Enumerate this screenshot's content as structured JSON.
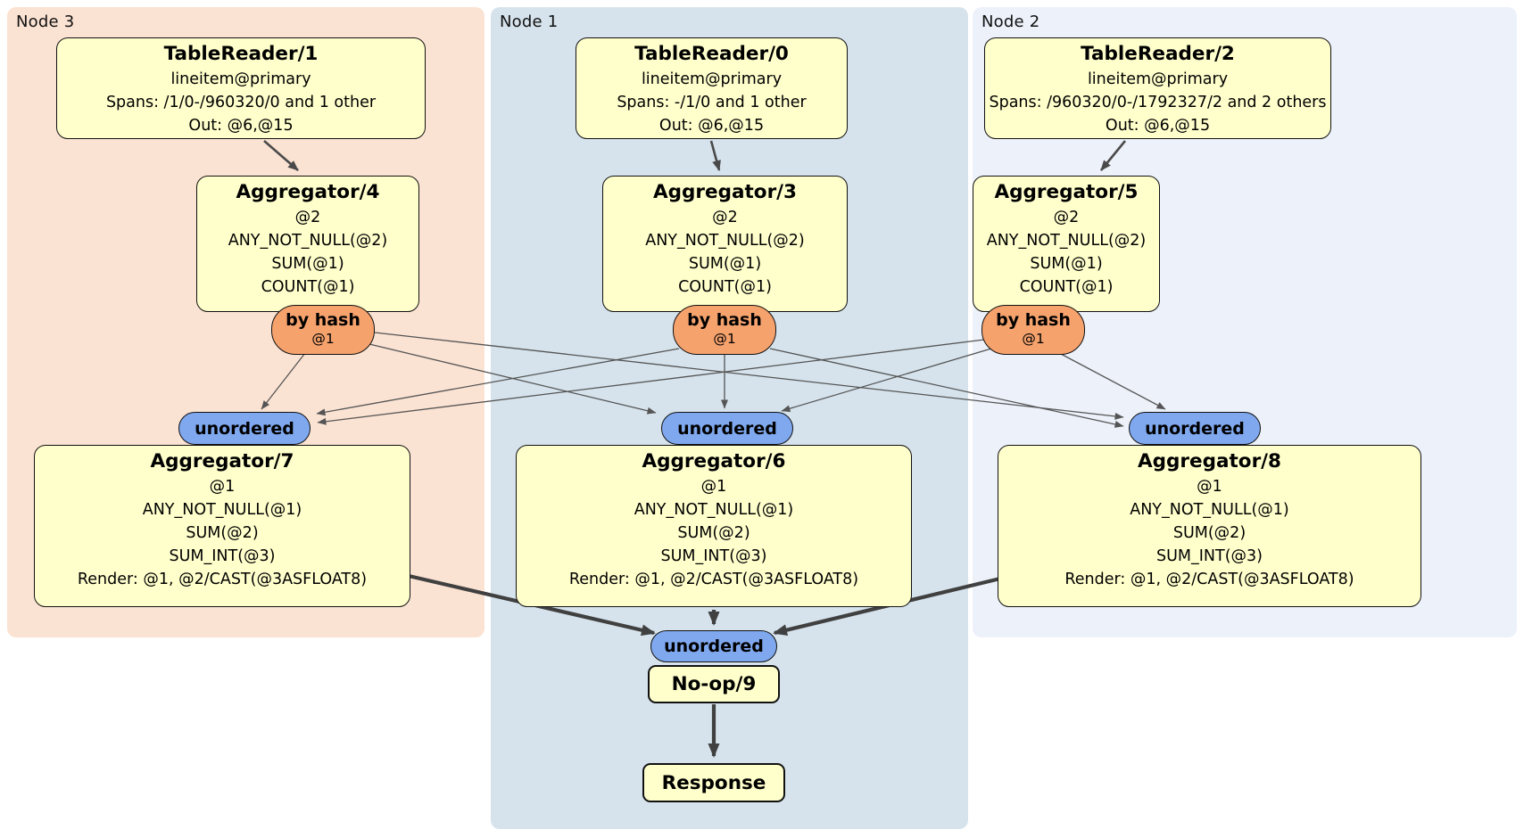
{
  "regions": [
    {
      "label": "Node 3",
      "bg": "#FBE3D3"
    },
    {
      "label": "Node 1",
      "bg": "#D6E3EC"
    },
    {
      "label": "Node 2",
      "bg": "#ECF1FA"
    }
  ],
  "processors": {
    "tablereader1": {
      "title": "TableReader/1",
      "lines": [
        "lineitem@primary",
        "Spans: /1/0-/960320/0 and 1 other",
        "Out: @6,@15"
      ]
    },
    "tablereader0": {
      "title": "TableReader/0",
      "lines": [
        "lineitem@primary",
        "Spans: -/1/0 and 1 other",
        "Out: @6,@15"
      ]
    },
    "tablereader2": {
      "title": "TableReader/2",
      "lines": [
        "lineitem@primary",
        "Spans: /960320/0-/1792327/2 and 2 others",
        "Out: @6,@15"
      ]
    },
    "aggregator4": {
      "title": "Aggregator/4",
      "lines": [
        "@2",
        "ANY_NOT_NULL(@2)",
        "SUM(@1)",
        "COUNT(@1)"
      ]
    },
    "aggregator3": {
      "title": "Aggregator/3",
      "lines": [
        "@2",
        "ANY_NOT_NULL(@2)",
        "SUM(@1)",
        "COUNT(@1)"
      ]
    },
    "aggregator5": {
      "title": "Aggregator/5",
      "lines": [
        "@2",
        "ANY_NOT_NULL(@2)",
        "SUM(@1)",
        "COUNT(@1)"
      ]
    },
    "aggregator7": {
      "title": "Aggregator/7",
      "lines": [
        "@1",
        "ANY_NOT_NULL(@1)",
        "SUM(@2)",
        "SUM_INT(@3)",
        "Render: @1, @2/CAST(@3ASFLOAT8)"
      ]
    },
    "aggregator6": {
      "title": "Aggregator/6",
      "lines": [
        "@1",
        "ANY_NOT_NULL(@1)",
        "SUM(@2)",
        "SUM_INT(@3)",
        "Render: @1, @2/CAST(@3ASFLOAT8)"
      ]
    },
    "aggregator8": {
      "title": "Aggregator/8",
      "lines": [
        "@1",
        "ANY_NOT_NULL(@1)",
        "SUM(@2)",
        "SUM_INT(@3)",
        "Render: @1, @2/CAST(@3ASFLOAT8)"
      ]
    },
    "noop9": {
      "title": "No-op/9"
    },
    "response": {
      "title": "Response"
    }
  },
  "router": {
    "label": "by hash",
    "detail": "@1"
  },
  "sync": {
    "label": "unordered"
  },
  "colors": {
    "node3_bg": "#FBE3D3",
    "node1_bg": "#D6E3EC",
    "node2_bg": "#ECF1FA",
    "processor_bg": "#FFFFCC",
    "router_bg": "#F5A26D",
    "sync_bg": "#7FA8EE",
    "edge": "#555555",
    "edge_thick": "#404040"
  }
}
